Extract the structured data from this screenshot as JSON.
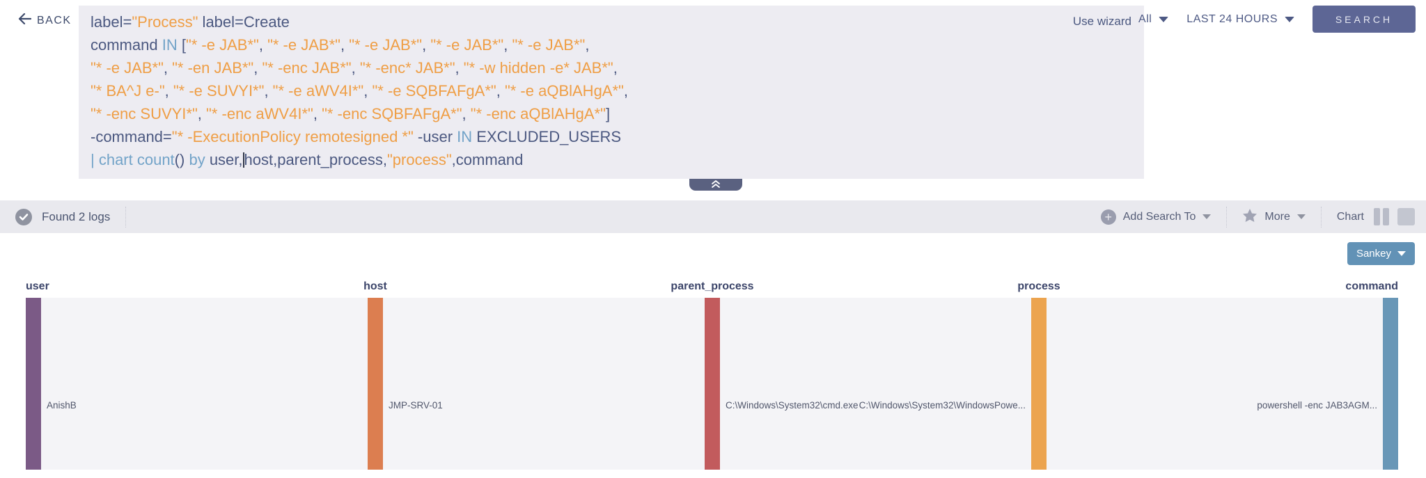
{
  "topbar": {
    "back_label": "BACK",
    "use_wizard_label": "Use wizard",
    "repo_selector_value": "All",
    "time_range_value": "LAST 24 HOURS",
    "search_button_label": "SEARCH"
  },
  "query": {
    "lines": [
      [
        [
          "label=",
          "plain"
        ],
        [
          "\"Process\"",
          "str"
        ],
        [
          " label=Create",
          "plain"
        ]
      ],
      [
        [
          "command ",
          "plain"
        ],
        [
          "IN",
          "kw"
        ],
        [
          " [",
          "plain"
        ],
        [
          "\"* -e JAB*\"",
          "str"
        ],
        [
          ", ",
          "plain"
        ],
        [
          "\"* -e JAB*\"",
          "str"
        ],
        [
          ", ",
          "plain"
        ],
        [
          "\"* -e JAB*\"",
          "str"
        ],
        [
          ", ",
          "plain"
        ],
        [
          "\"* -e JAB*\"",
          "str"
        ],
        [
          ", ",
          "plain"
        ],
        [
          "\"* -e JAB*\"",
          "str"
        ],
        [
          ",",
          "plain"
        ]
      ],
      [
        [
          "\"* -e JAB*\"",
          "str"
        ],
        [
          ", ",
          "plain"
        ],
        [
          "\"* -en JAB*\"",
          "str"
        ],
        [
          ", ",
          "plain"
        ],
        [
          "\"* -enc JAB*\"",
          "str"
        ],
        [
          ", ",
          "plain"
        ],
        [
          "\"* -enc* JAB*\"",
          "str"
        ],
        [
          ", ",
          "plain"
        ],
        [
          "\"* -w hidden -e* JAB*\"",
          "str"
        ],
        [
          ",",
          "plain"
        ]
      ],
      [
        [
          "\"* BA^J e-\"",
          "str"
        ],
        [
          ", ",
          "plain"
        ],
        [
          "\"* -e SUVYI*\"",
          "str"
        ],
        [
          ", ",
          "plain"
        ],
        [
          "\"* -e aWV4I*\"",
          "str"
        ],
        [
          ", ",
          "plain"
        ],
        [
          "\"* -e SQBFAFgA*\"",
          "str"
        ],
        [
          ", ",
          "plain"
        ],
        [
          "\"* -e aQBlAHgA*\"",
          "str"
        ],
        [
          ",",
          "plain"
        ]
      ],
      [
        [
          "\"* -enc SUVYI*\"",
          "str"
        ],
        [
          ", ",
          "plain"
        ],
        [
          "\"* -enc aWV4I*\"",
          "str"
        ],
        [
          ", ",
          "plain"
        ],
        [
          "\"* -enc SQBFAFgA*\"",
          "str"
        ],
        [
          ", ",
          "plain"
        ],
        [
          "\"* -enc aQBlAHgA*\"",
          "str"
        ],
        [
          "]",
          "plain"
        ]
      ],
      [
        [
          "-command=",
          "plain"
        ],
        [
          "\"* -ExecutionPolicy remotesigned *\"",
          "str"
        ],
        [
          " -user ",
          "plain"
        ],
        [
          "IN",
          "kw"
        ],
        [
          " EXCLUDED_USERS",
          "plain"
        ]
      ],
      [
        [
          "| chart count",
          "kw"
        ],
        [
          "()",
          "plain"
        ],
        [
          " ",
          "plain"
        ],
        [
          "by",
          "kw"
        ],
        [
          " user,",
          "plain"
        ],
        [
          "",
          "caret"
        ],
        [
          "host,parent_process,",
          "plain"
        ],
        [
          "\"process\"",
          "str"
        ],
        [
          ",command",
          "plain"
        ]
      ]
    ]
  },
  "results_bar": {
    "status_text": "Found 2 logs",
    "add_search_to_label": "Add Search To",
    "more_label": "More",
    "chart_label": "Chart"
  },
  "chart": {
    "view_type_label": "Sankey",
    "chart_data": {
      "type": "sankey",
      "columns": [
        "user",
        "host",
        "parent_process",
        "process",
        "command"
      ],
      "nodes": [
        {
          "field": "user",
          "value": "AnishB",
          "color": "#7b5a86",
          "label_side": "right"
        },
        {
          "field": "host",
          "value": "JMP-SRV-01",
          "color": "#dc7e50",
          "label_side": "right"
        },
        {
          "field": "parent_process",
          "value": "C:\\Windows\\System32\\cmd.exe",
          "color": "#c25b5d",
          "label_side": "right"
        },
        {
          "field": "process",
          "value": "C:\\Windows\\System32\\WindowsPowe...",
          "color": "#eca44f",
          "label_side": "left"
        },
        {
          "field": "command",
          "value": "powershell -enc JAB3AGM...",
          "color": "#6997b7",
          "label_side": "left"
        }
      ]
    }
  },
  "colors": {
    "query_string": "#ef9e45",
    "query_keyword": "#72a3c8",
    "query_text": "#4b5880",
    "search_button_bg": "#5d6695",
    "sankey_button_bg": "#6292b6",
    "plot_bg": "#f4f4f7",
    "toolbar_bg": "#e9e9ee"
  }
}
